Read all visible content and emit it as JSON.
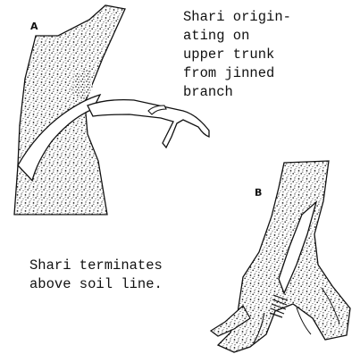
{
  "panel_a": {
    "letter": "A",
    "caption_lines": [
      "Shari origin-",
      "ating on",
      "upper trunk",
      "from jinned",
      "branch"
    ]
  },
  "panel_b": {
    "letter": "B",
    "caption_lines": [
      "Shari terminates",
      "above soil line."
    ]
  }
}
